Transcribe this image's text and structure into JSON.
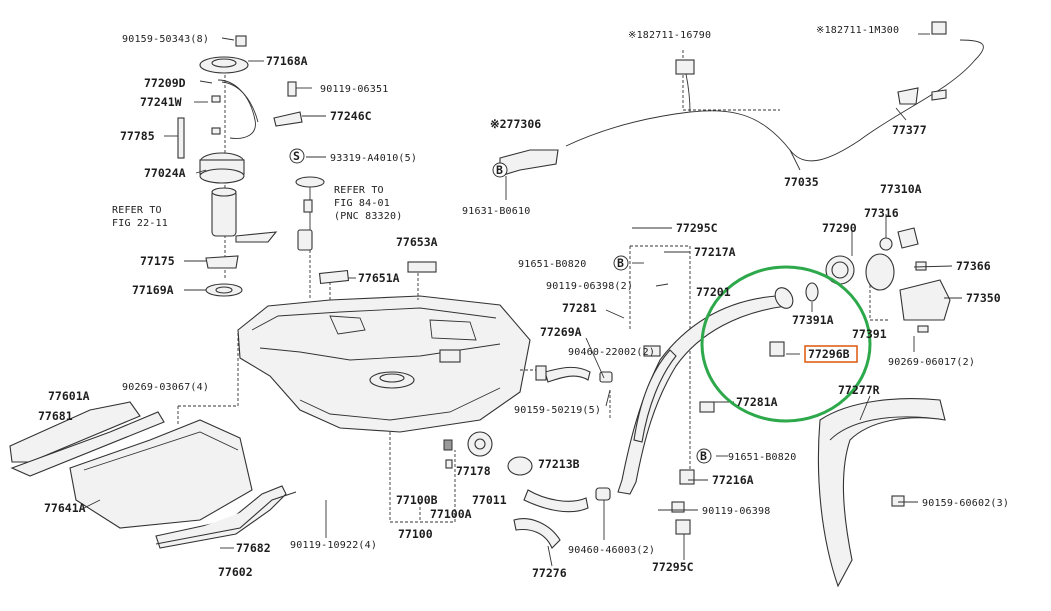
{
  "labels": {
    "p90159_50343": "90159-50343(8)",
    "p77168A": "77168A",
    "p77209D": "77209D",
    "p90119_06351": "90119-06351",
    "p77241W": "77241W",
    "p77246C": "77246C",
    "p77785": "77785",
    "p93319": "93319-A4010(5)",
    "p77024A": "77024A",
    "refer_to_1": "REFER TO",
    "fig_22_11": "FIG 22-11",
    "refer_to_2": "REFER TO",
    "fig_84_01": "FIG 84-01",
    "pnc_83320": "(PNC 83320)",
    "p77175": "77175",
    "p77169A": "77169A",
    "p77653A": "77653A",
    "p77651A": "77651A",
    "p182711_16790": "※182711-16790",
    "p182711_1m300": "※182711-1M300",
    "p277306": "※277306",
    "p77377": "77377",
    "p77035": "77035",
    "p91631_b0610": "91631-B0610",
    "p77310A": "77310A",
    "p77316": "77316",
    "p77290": "77290",
    "p77295C_top": "77295C",
    "p77217A": "77217A",
    "p91651_b0820_top": "91651-B0820",
    "p90119_06398_top": "90119-06398(2)",
    "p77201": "77201",
    "p77366": "77366",
    "p77350": "77350",
    "p77281": "77281",
    "p77391A": "77391A",
    "p77391": "77391",
    "p77269A": "77269A",
    "p90460_22002": "90460-22002(2)",
    "p77296B": "77296B",
    "p90269_06017": "90269-06017(2)",
    "p77277R": "77277R",
    "p90269_03067": "90269-03067(4)",
    "p77601A": "77601A",
    "p77681": "77681",
    "p77281A": "77281A",
    "p90159_50219": "90159-50219(5)",
    "p91651_b0820_bot": "91651-B0820",
    "p77178": "77178",
    "p77213B": "77213B",
    "p77216A": "77216A",
    "p77641A": "77641A",
    "p77100B": "77100B",
    "p77100A": "77100A",
    "p77011": "77011",
    "p90119_06398_bot": "90119-06398",
    "p90159_60602": "90159-60602(3)",
    "p77100": "77100",
    "p77682": "77682",
    "p90119_10922": "90119-10922(4)",
    "p90460_46003": "90460-46003(2)",
    "p77602": "77602",
    "p77276": "77276",
    "p77295C_bot": "77295C",
    "mark_s": "S",
    "mark_b1": "B",
    "mark_b2": "B",
    "mark_b3": "B"
  },
  "highlight": {
    "circle_color": "#2da84a",
    "box_color": "#e0601a",
    "boxed_part": "77296B"
  }
}
